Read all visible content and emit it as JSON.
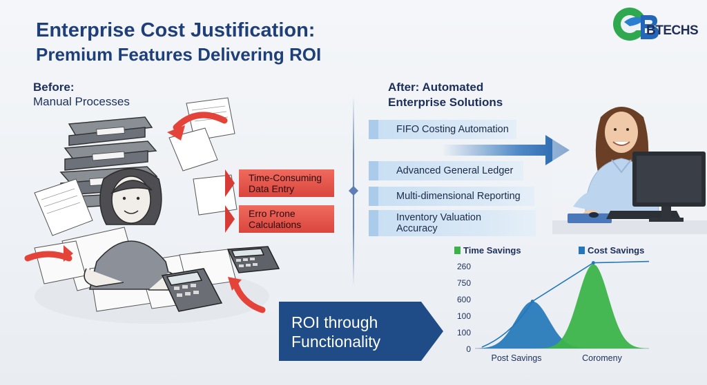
{
  "title": {
    "line1": "Enterprise Cost Justification:",
    "line2": "Premium Features Delivering ROI"
  },
  "logo": {
    "text": "BTECHS"
  },
  "before": {
    "heading_line1": "Before:",
    "heading_line2": "Manual Processes",
    "callouts": [
      {
        "line1": "Time-Consuming",
        "line2": "Data Entry"
      },
      {
        "line1": "Erro Prone",
        "line2": "Calculations"
      }
    ]
  },
  "after": {
    "heading_line1": "After: Automated",
    "heading_line2": "Enterprise Solutions",
    "features": [
      {
        "label": "FIFO Costing Automation"
      },
      {
        "label": "Advanced General Ledger"
      },
      {
        "label": "Multi-dimensional Reporting"
      },
      {
        "line1": "Inventory Valuation",
        "line2": "Accuracy"
      }
    ]
  },
  "roi": {
    "line1": "ROI through",
    "line2": "Functionality"
  },
  "colors": {
    "title": "#1f3f78",
    "callout_red": "#d9463e",
    "feature_blue": "#c9dff3",
    "roi_box": "#1f4b86",
    "time_savings": "#3cb34a",
    "cost_savings": "#2377b8"
  },
  "chart_data": {
    "type": "area",
    "legend": [
      "Time Savings",
      "Cost Savings"
    ],
    "legend_placement": "top",
    "y_ticks": [
      "260",
      "750",
      "600",
      "100",
      "100",
      "0"
    ],
    "x_labels": [
      "Post Savings",
      "Coromeny"
    ],
    "series": [
      {
        "name": "Cost Savings",
        "peak_fraction": 0.38,
        "peak_position": 0.33
      },
      {
        "name": "Time Savings",
        "peak_fraction": 0.68,
        "peak_position": 0.68
      }
    ],
    "trend_line": "rising"
  }
}
